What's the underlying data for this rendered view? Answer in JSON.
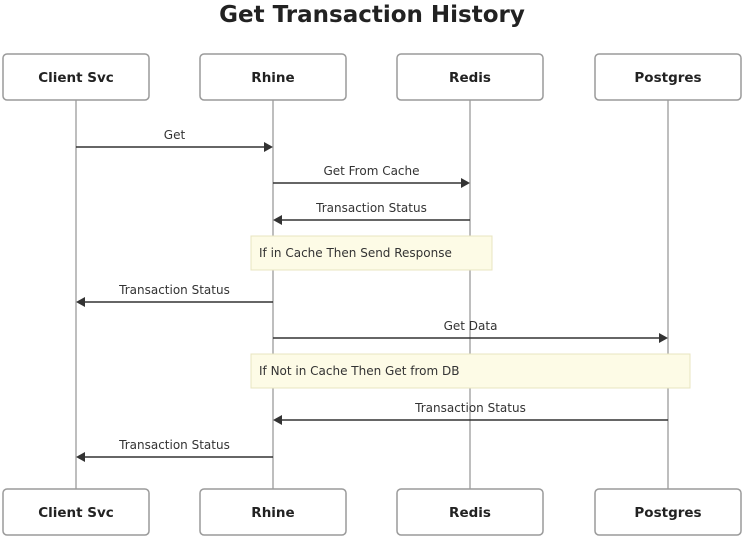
{
  "title": "Get Transaction History",
  "actors": [
    {
      "id": "client",
      "label": "Client Svc"
    },
    {
      "id": "rhine",
      "label": "Rhine"
    },
    {
      "id": "redis",
      "label": "Redis"
    },
    {
      "id": "postgres",
      "label": "Postgres"
    }
  ],
  "steps": [
    {
      "kind": "message",
      "from": "client",
      "to": "rhine",
      "label": "Get"
    },
    {
      "kind": "message",
      "from": "rhine",
      "to": "redis",
      "label": "Get From Cache"
    },
    {
      "kind": "message",
      "from": "redis",
      "to": "rhine",
      "label": "Transaction Status"
    },
    {
      "kind": "note",
      "over": [
        "rhine",
        "redis"
      ],
      "text": "If in Cache Then Send Response"
    },
    {
      "kind": "message",
      "from": "rhine",
      "to": "client",
      "label": "Transaction Status"
    },
    {
      "kind": "message",
      "from": "rhine",
      "to": "postgres",
      "label": "Get Data"
    },
    {
      "kind": "note",
      "over": [
        "rhine",
        "postgres"
      ],
      "text": "If Not in Cache Then Get from DB"
    },
    {
      "kind": "message",
      "from": "postgres",
      "to": "rhine",
      "label": "Transaction Status"
    },
    {
      "kind": "message",
      "from": "rhine",
      "to": "client",
      "label": "Transaction Status"
    }
  ]
}
